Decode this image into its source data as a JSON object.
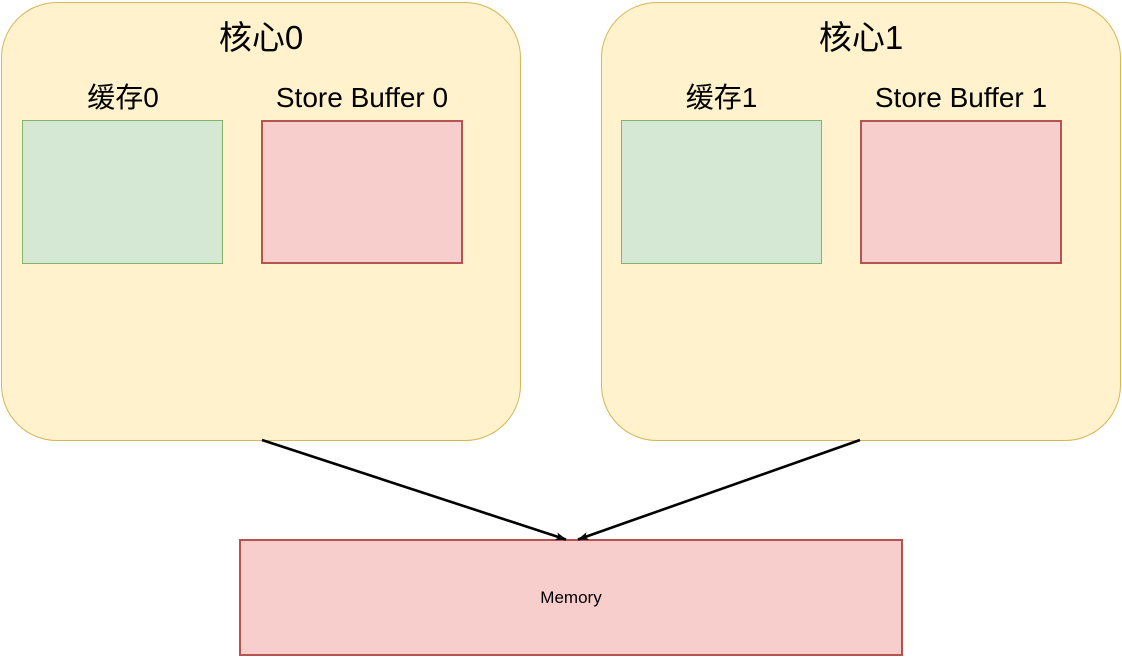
{
  "diagram": {
    "title": "CPU cores with store buffers writing to shared memory",
    "background": "#ffffff",
    "colors": {
      "core_fill": "#fff2cc",
      "core_stroke": "#d6b656",
      "cache_fill": "#d5e8d4",
      "cache_stroke": "#82b366",
      "store_buffer_fill": "#f8cecc",
      "store_buffer_stroke": "#b85450",
      "memory_fill": "#f8cecc",
      "memory_stroke": "#b85450",
      "arrow_color": "#000000",
      "text_color": "#000000"
    }
  },
  "cores": [
    {
      "id": "core-0",
      "title": "核心0",
      "cache_label": "缓存0",
      "store_buffer_label": "Store Buffer 0"
    },
    {
      "id": "core-1",
      "title": "核心1",
      "cache_label": "缓存1",
      "store_buffer_label": "Store Buffer 1"
    }
  ],
  "memory": {
    "label": "Memory"
  },
  "arrows": [
    {
      "id": "arrow-core0-to-memory",
      "from": "core-0",
      "to": "memory",
      "direction": "down-right"
    },
    {
      "id": "arrow-core1-to-memory",
      "from": "core-1",
      "to": "memory",
      "direction": "down-left"
    }
  ]
}
